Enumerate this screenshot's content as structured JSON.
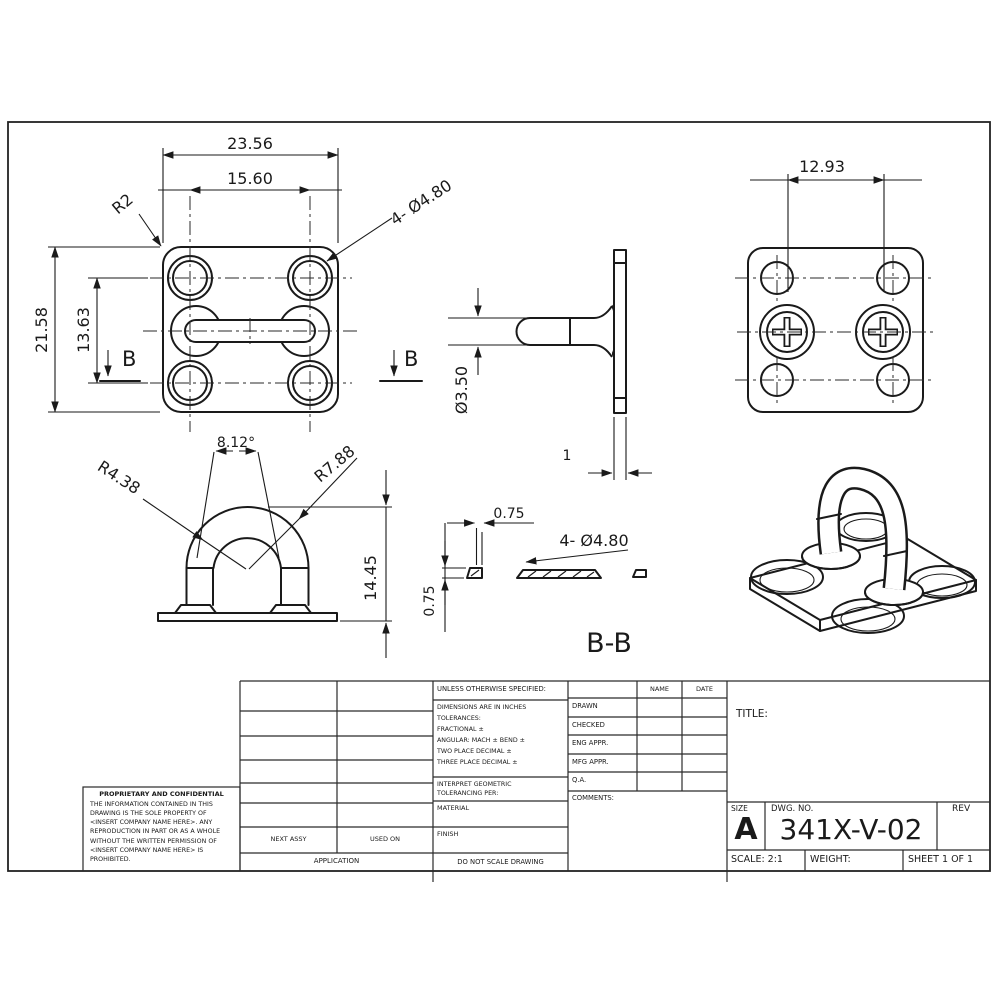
{
  "sheet": {
    "views": {
      "front": {
        "width_outer": "23.56",
        "width_inner": "15.60",
        "height_outer": "21.58",
        "height_inner": "13.63",
        "corner_radius": "R2",
        "holes_note": "4- Ø4.80",
        "section_arrow_left": "B",
        "section_arrow_right": "B"
      },
      "side": {
        "stem_diameter": "Ø3.50",
        "plate_thickness": "1"
      },
      "back": {
        "boss_spacing": "12.93"
      },
      "elevation": {
        "leg_angle": "8.12°",
        "inner_radius": "R4.38",
        "outer_radius": "R7.88",
        "overall_height": "14.45"
      },
      "section_bb": {
        "label": "B-B",
        "thickness_top": "0.75",
        "thickness_side": "0.75",
        "holes_note": "4- Ø4.80"
      }
    },
    "title_block": {
      "tolerance_header": "UNLESS OTHERWISE SPECIFIED:",
      "notes_lines": [
        "DIMENSIONS ARE IN INCHES",
        "TOLERANCES:",
        "FRACTIONAL ±",
        "ANGULAR: MACH ±   BEND ±",
        "TWO PLACE DECIMAL     ±",
        "THREE PLACE DECIMAL   ±"
      ],
      "interpret_line1": "INTERPRET GEOMETRIC",
      "interpret_line2": "TOLERANCING PER:",
      "material_label": "MATERIAL",
      "finish_label": "FINISH",
      "do_not_scale": "DO NOT SCALE DRAWING",
      "name_header": "NAME",
      "date_header": "DATE",
      "approval_rows": [
        "DRAWN",
        "CHECKED",
        "ENG APPR.",
        "MFG APPR.",
        "Q.A.",
        "COMMENTS:"
      ],
      "title_label": "TITLE:",
      "size_label": "SIZE",
      "size_value": "A",
      "dwg_label": "DWG. NO.",
      "dwg_number": "341X-V-02",
      "rev_label": "REV",
      "scale_label": "SCALE: 2:1",
      "weight_label": "WEIGHT:",
      "sheet_label": "SHEET 1 OF 1",
      "proprietary_title": "PROPRIETARY AND CONFIDENTIAL",
      "proprietary_body": "THE INFORMATION CONTAINED IN THIS DRAWING IS THE SOLE PROPERTY OF <INSERT COMPANY NAME HERE>. ANY REPRODUCTION IN PART OR AS A WHOLE WITHOUT THE WRITTEN PERMISSION OF <INSERT COMPANY NAME HERE> IS PROHIBITED.",
      "next_assy": "NEXT ASSY",
      "used_on": "USED ON",
      "application_label": "APPLICATION"
    }
  }
}
